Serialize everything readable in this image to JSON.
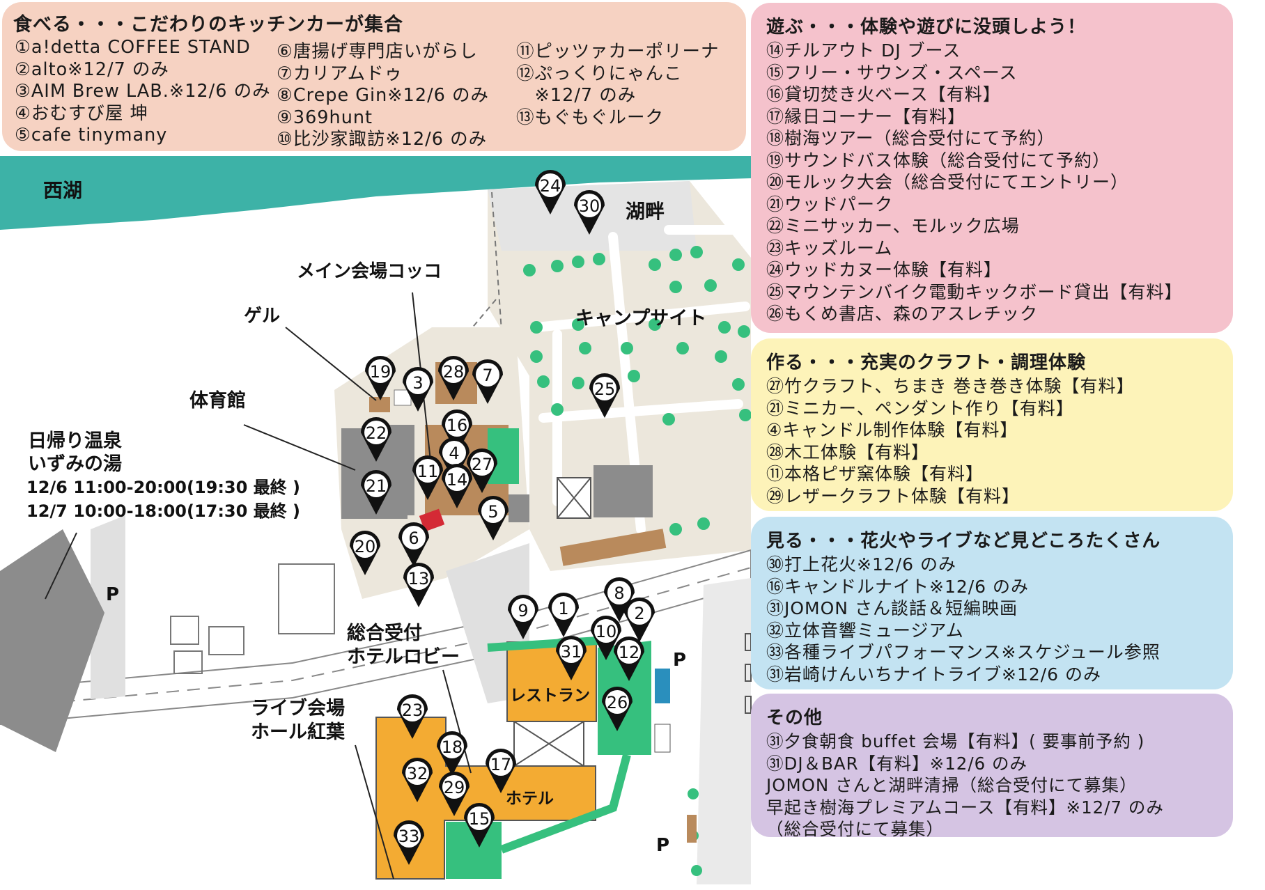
{
  "panels": {
    "food": {
      "title": "食べる・・・こだわりのキッチンカーが集合",
      "col1": [
        "①a!detta COFFEE STAND",
        "②alto※12/7 のみ",
        "③AIM Brew LAB.※12/6 のみ",
        "④おむすび屋 坤",
        "⑤cafe tinymany"
      ],
      "col2": [
        "⑥唐揚げ専門店いがらし",
        "⑦カリアムドゥ",
        "⑧Crepe Gin※12/6 のみ",
        "⑨369hunt",
        "⑩比沙家諏訪※12/6 のみ"
      ],
      "col3": [
        "⑪ピッツァカーポリーナ",
        "⑫ぷっくりにゃんこ",
        "　※12/7 のみ",
        "⑬もぐもぐルーク"
      ]
    },
    "play": {
      "title": "遊ぶ・・・体験や遊びに没頭しよう！",
      "items": [
        "⑭チルアウト DJ ブース",
        "⑮フリー・サウンズ・スペース",
        "⑯貸切焚き火ベース【有料】",
        "⑰縁日コーナー【有料】",
        "⑱樹海ツアー（総合受付にて予約）",
        "⑲サウンドバス体験（総合受付にて予約）",
        "⑳モルック大会（総合受付にてエントリー）",
        "㉑ウッドパーク",
        "㉒ミニサッカー、モルック広場",
        "㉓キッズルーム",
        "㉔ウッドカヌー体験【有料】",
        "㉕マウンテンバイク電動キックボード貸出【有料】",
        "㉖もくめ書店、森のアスレチック"
      ]
    },
    "craft": {
      "title": "作る・・・充実のクラフト・調理体験",
      "items": [
        "㉗竹クラフト、ちまき 巻き巻き体験【有料】",
        "㉑ミニカー、ペンダント作り【有料】",
        "④キャンドル制作体験【有料】",
        "㉘木工体験【有料】",
        "⑪本格ピザ窯体験【有料】",
        "㉙レザークラフト体験【有料】"
      ]
    },
    "see": {
      "title": "見る・・・花火やライブなど見どころたくさん",
      "items": [
        "㉚打上花火※12/6 のみ",
        "⑯キャンドルナイト※12/6 のみ",
        "㉛JOMON さん談話＆短編映画",
        "㉜立体音響ミュージアム",
        "㉝各種ライブパフォーマンス※スケジュール参照",
        "㉛岩崎けんいちナイトライブ※12/6 のみ"
      ]
    },
    "other": {
      "title": "その他",
      "items": [
        "㉛夕食朝食 buffet 会場【有料】( 要事前予約 )",
        "㉛DJ＆BAR【有料】※12/6 のみ",
        "JOMON さんと湖畔清掃（総合受付にて募集）",
        "早起き樹海プレミアムコース【有料】※12/7 のみ",
        "（総合受付にて募集）"
      ]
    }
  },
  "map_labels": {
    "lake": "西湖",
    "lakeside": "湖畔",
    "main_venue": "メイン会場コッコ",
    "ger": "ゲル",
    "campsite": "キャンプサイト",
    "gym": "体育館",
    "onsen_name": [
      "日帰り温泉",
      "いずみの湯"
    ],
    "onsen_hours": [
      "12/6 11:00-20:00(19:30 最終 )",
      "12/7 10:00-18:00(17:30 最終 )"
    ],
    "reception": [
      "総合受付",
      "ホテルロビー"
    ],
    "live_venue": [
      "ライブ会場",
      "ホール紅葉"
    ],
    "restaurant": "レストラン",
    "hotel": "ホテル",
    "parking": "P"
  },
  "markers": [
    "24",
    "30",
    "19",
    "3",
    "28",
    "7",
    "16",
    "22",
    "4",
    "27",
    "11",
    "14",
    "21",
    "25",
    "5",
    "6",
    "20",
    "13",
    "9",
    "1",
    "8",
    "2",
    "10",
    "31",
    "12",
    "26",
    "23",
    "18",
    "17",
    "32",
    "29",
    "15",
    "33"
  ],
  "colors": {
    "lake": "#3db2a7",
    "ground": "#ece7dc",
    "building_gray": "#8c8c8c",
    "building_orange": "#f3ab33",
    "green": "#36c07e",
    "road": "#ffffff",
    "road_area": "#ececec",
    "brown": "#b98a5c",
    "red": "#d42a35",
    "marker": "#111111"
  }
}
